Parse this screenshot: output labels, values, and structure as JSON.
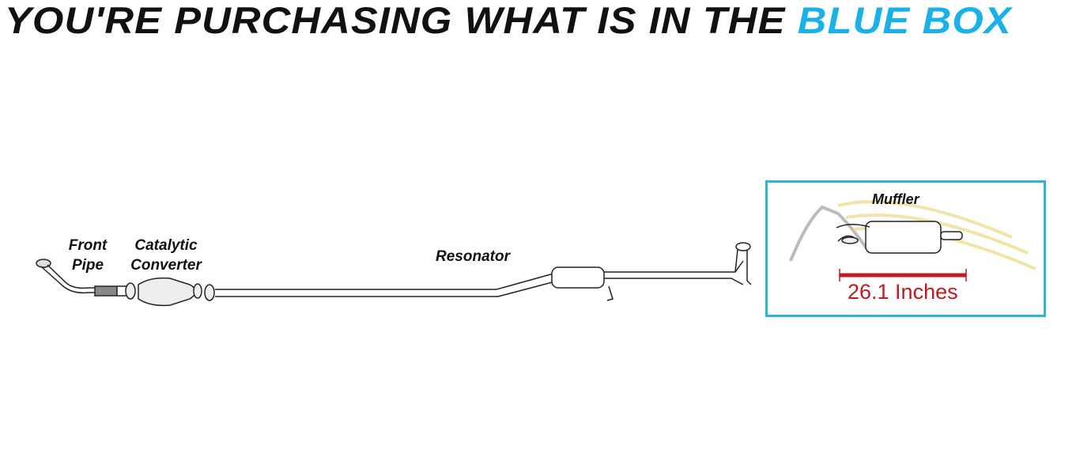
{
  "header": {
    "title_prefix": "YOU'RE PURCHASING WHAT IS IN THE",
    "title_highlight": "BLUE BOX"
  },
  "labels": {
    "front_pipe": [
      "Front",
      "Pipe"
    ],
    "catalytic_converter": [
      "Catalytic",
      "Converter"
    ],
    "resonator": "Resonator",
    "muffler": "Muffler"
  },
  "measurement": "26.1 Inches",
  "colors": {
    "highlight": "#1ab0e8",
    "box_border": "#2fb3d7",
    "measure": "#c0191f"
  }
}
